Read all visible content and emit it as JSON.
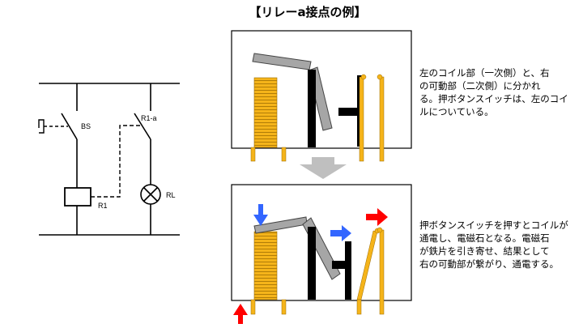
{
  "title": "【リレーa接点の例】",
  "circuit": {
    "labels": {
      "bs": "BS",
      "r1a": "R1-a",
      "r1": "R1",
      "rl": "RL"
    }
  },
  "panels": {
    "before_text": "左のコイル部（一次側）と、右\nの可動部（二次側）に分かれ\nる。押ボタンスイッチは、左のコイ\nルについている。",
    "after_text": "押ボタンスイッチを押すとコイルが\n通電し、電磁石となる。電磁石\nが鉄片を引き寄せ、結果として\n右の可動部が繋がり、通電する。"
  },
  "colors": {
    "coil": "#F5B41A",
    "contact": "#F5B41A",
    "armature": "#A6A6A6",
    "arrow_blue": "#3366FF",
    "arrow_red": "#FF0000",
    "transition_arrow": "#BFBFBF"
  }
}
